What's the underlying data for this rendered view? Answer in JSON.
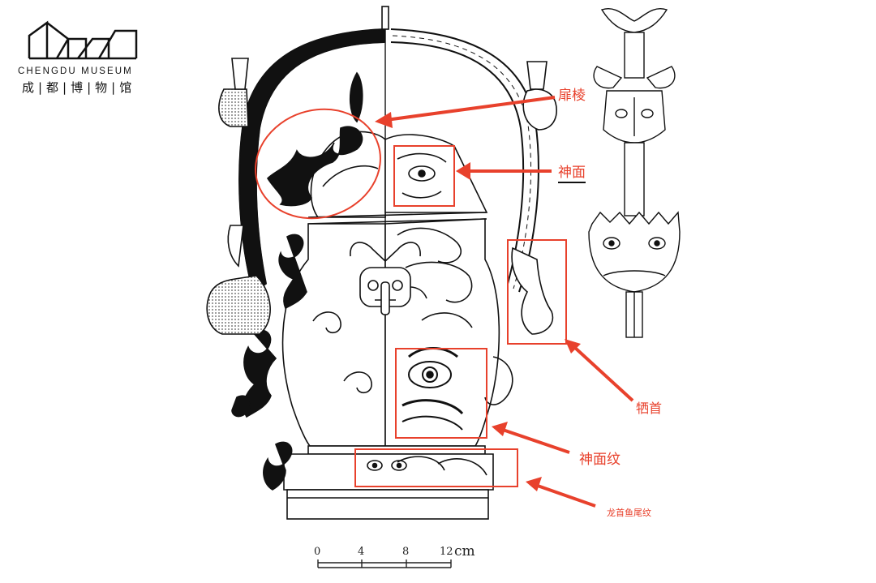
{
  "logo": {
    "name_en": "CHENGDU MUSEUM",
    "name_cn": "成|都|博|物|馆",
    "icon": "museum-roof-logo-icon"
  },
  "annotations": {
    "feiling": "扉棱",
    "shenmian": "神面",
    "xishou": "牺首",
    "shenmianwen": "神面纹",
    "kuishou": "龙首鱼尾纹"
  },
  "scale_bar": {
    "ticks": [
      "0",
      "4",
      "8",
      "12"
    ],
    "unit": "cm"
  },
  "colors": {
    "annotation": "#e8412c",
    "line_art": "#111111",
    "background": "#ffffff"
  }
}
